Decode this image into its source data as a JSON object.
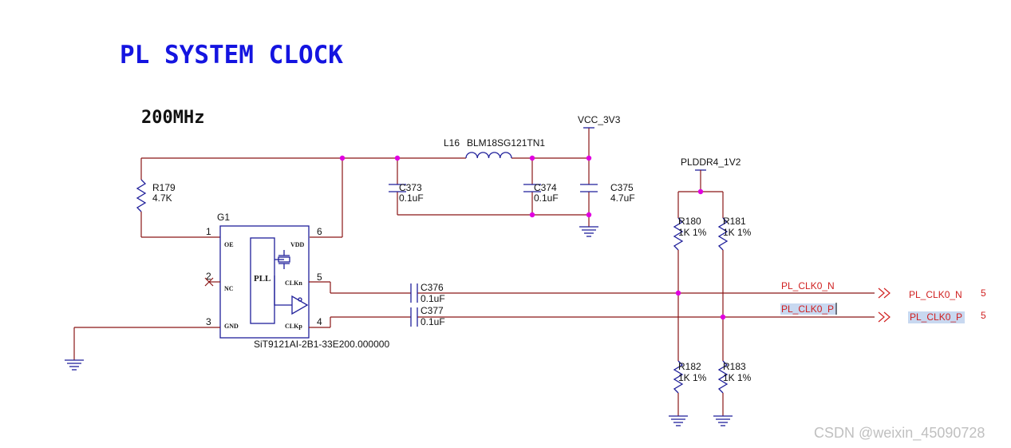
{
  "title": "PL SYSTEM CLOCK",
  "frequency": "200MHz",
  "power": {
    "vcc": "VCC_3V3",
    "plddr": "PLDDR4_1V2"
  },
  "oscillator": {
    "ref": "G1",
    "part_number": "SiT9121AI-2B1-33E200.000000",
    "block_label": "PLL",
    "pins": [
      {
        "num": "1",
        "name": "OE"
      },
      {
        "num": "2",
        "name": "NC"
      },
      {
        "num": "3",
        "name": "GND"
      },
      {
        "num": "4",
        "name": "CLKp"
      },
      {
        "num": "5",
        "name": "CLKn"
      },
      {
        "num": "6",
        "name": "VDD"
      }
    ]
  },
  "components": {
    "r179": {
      "ref": "R179",
      "value": "4.7K"
    },
    "l16": {
      "ref": "L16",
      "value": "BLM18SG121TN1"
    },
    "c373": {
      "ref": "C373",
      "value": "0.1uF"
    },
    "c374": {
      "ref": "C374",
      "value": "0.1uF"
    },
    "c375": {
      "ref": "C375",
      "value": "4.7uF"
    },
    "c376": {
      "ref": "C376",
      "value": "0.1uF"
    },
    "c377": {
      "ref": "C377",
      "value": "0.1uF"
    },
    "r180": {
      "ref": "R180",
      "value": "1K 1%"
    },
    "r181": {
      "ref": "R181",
      "value": "1K 1%"
    },
    "r182": {
      "ref": "R182",
      "value": "1K 1%"
    },
    "r183": {
      "ref": "R183",
      "value": "1K 1%"
    }
  },
  "nets": {
    "clk_n_label": "PL_CLK0_N",
    "clk_p_label": "PL_CLK0_P",
    "port_n": "PL_CLK0_N",
    "port_p": "PL_CLK0_P",
    "sheet_n": "5",
    "sheet_p": "5"
  },
  "watermark": "CSDN @weixin_45090728"
}
